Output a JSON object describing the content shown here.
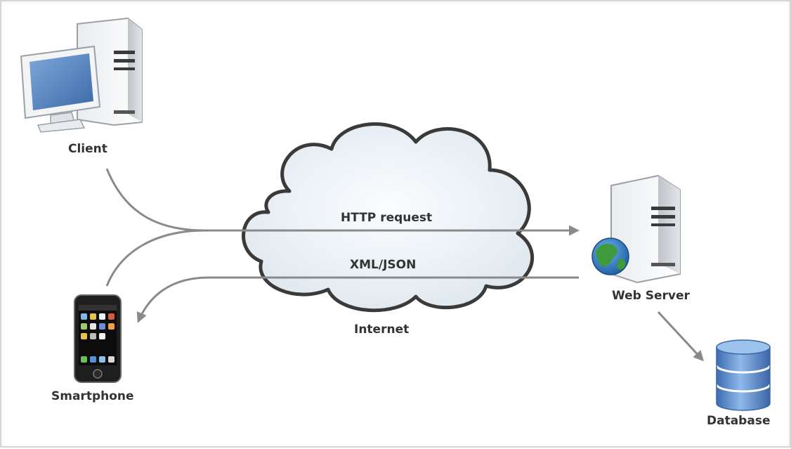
{
  "labels": {
    "client": "Client",
    "smartphone": "Smartphone",
    "http_request": "HTTP request",
    "xml_json": "XML/JSON",
    "internet": "Internet",
    "web_server": "Web Server",
    "database": "Database"
  },
  "colors": {
    "arrow": "#8a8a8a",
    "cloud_fill": "#eef3f7",
    "cloud_stroke": "#3a3a3a",
    "monitor_screen": "#5b86c0",
    "globe_ocean": "#2f78c4",
    "globe_land": "#3f9a3c",
    "database_body": "#4f7fc0"
  },
  "icons": [
    "client-computer-icon",
    "smartphone-icon",
    "web-server-icon",
    "globe-icon",
    "database-icon",
    "internet-cloud-icon"
  ]
}
